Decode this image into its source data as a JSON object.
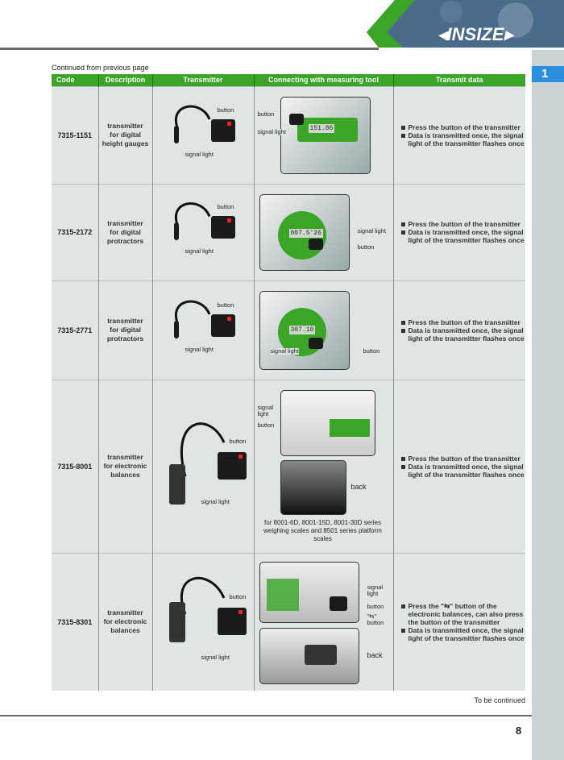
{
  "brand": {
    "logo": "INSIZE",
    "chapter": "1"
  },
  "continued_from": "Continued from previous page",
  "columns": [
    "Code",
    "Description",
    "Transmitter",
    "Connecting with measuring tool",
    "Transmit data"
  ],
  "rows": [
    {
      "code": "7315-1151",
      "desc": [
        "transmitter",
        "for digital",
        "height gauges"
      ],
      "tx_labels": {
        "button": "button",
        "signal": "signal light"
      },
      "conn_labels": [
        "button",
        "signal light"
      ],
      "display": "151.86",
      "data": [
        "Press the button of the transmitter",
        "Data is transmitted once, the signal light of the transmitter flashes once"
      ]
    },
    {
      "code": "7315-2172",
      "desc": [
        "transmitter",
        "for digital",
        "protractors"
      ],
      "tx_labels": {
        "button": "button",
        "signal": "signal light"
      },
      "conn_labels": [
        "signal light",
        "button"
      ],
      "display": "007.5'26",
      "data": [
        "Press the button of the transmitter",
        "Data is transmitted once, the signal light of the transmitter flashes once"
      ]
    },
    {
      "code": "7315-2771",
      "desc": [
        "transmitter",
        "for digital",
        "protractors"
      ],
      "tx_labels": {
        "button": "button",
        "signal": "signal light"
      },
      "conn_labels": [
        "signal light",
        "button"
      ],
      "display": "307.10",
      "data": [
        "Press the button of the transmitter",
        "Data is transmitted once, the signal light of the transmitter flashes once"
      ]
    },
    {
      "code": "7315-8001",
      "desc": [
        "transmitter",
        "for electronic",
        "balances"
      ],
      "tx_labels": {
        "button": "button",
        "signal": "signal light"
      },
      "conn_labels": [
        "signal light",
        "button",
        "back"
      ],
      "caption": "for 8001-6D, 8001-15D, 8001-30D series weighing scales and 8501 series platform scales",
      "data": [
        "Press the button of the transmitter",
        "Data is transmitted once, the signal light of the transmitter flashes once"
      ]
    },
    {
      "code": "7315-8301",
      "desc": [
        "transmitter",
        "for electronic",
        "balances"
      ],
      "tx_labels": {
        "button": "button",
        "signal": "signal light"
      },
      "conn_labels": [
        "signal light",
        "button",
        "\"⇆\" button",
        "back"
      ],
      "data": [
        "Press the \"⇆\" button of the electronic balances, can also press the button of the transmitter",
        "Data is transmitted once, the signal light of the transmitter flashes once"
      ]
    }
  ],
  "to_be_continued": "To be continued",
  "page_number": "8"
}
